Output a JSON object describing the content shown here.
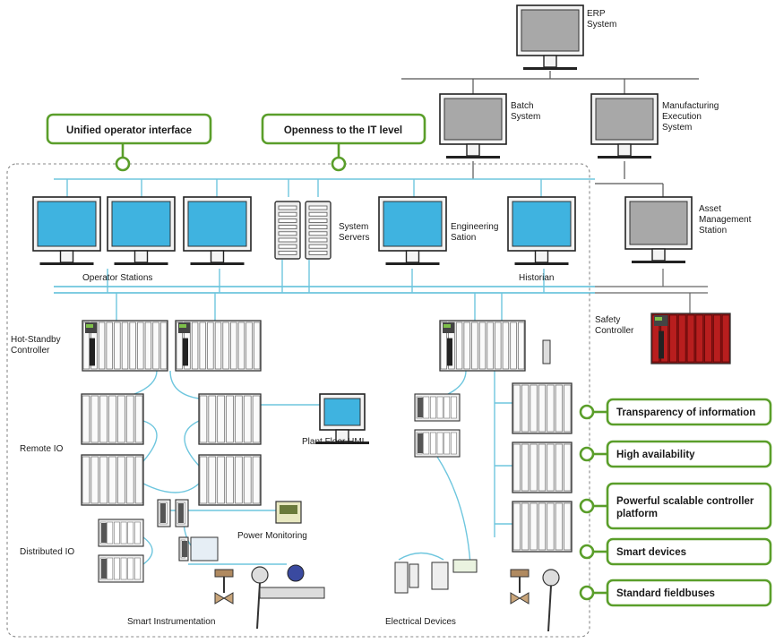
{
  "top_systems": {
    "erp": [
      "ERP",
      "System"
    ],
    "batch": [
      "Batch",
      "System"
    ],
    "mes": [
      "Manufacturing",
      "Execution",
      "System"
    ],
    "asset": [
      "Asset",
      "Management",
      "Station"
    ]
  },
  "network_labels": {
    "operator_stations": "Operator Stations",
    "system_servers": [
      "System",
      "Servers"
    ],
    "engineering_station": [
      "Engineering",
      "Sation"
    ],
    "historian": "Historian",
    "safety_controller": [
      "Safety",
      "Controller"
    ]
  },
  "field_labels": {
    "hot_standby": [
      "Hot-Standby",
      "Controller"
    ],
    "remote_io": "Remote IO",
    "plant_floor_hmi": "Plant Floor HMI",
    "distributed_io": "Distributed IO",
    "power_monitoring": "Power Monitoring",
    "smart_instrumentation": "Smart Instrumentation",
    "electrical_devices": "Electrical Devices"
  },
  "top_callouts": {
    "unified": "Unified operator interface",
    "openness": "Openness to the IT level"
  },
  "side_callouts": [
    [
      "Transparency of information"
    ],
    [
      "High availability"
    ],
    [
      "Powerful scalable controller",
      "platform"
    ],
    [
      "Smart devices"
    ],
    [
      "Standard fieldbuses"
    ]
  ],
  "colors": {
    "accent_green": "#5a9e2a",
    "network_blue": "#6ec6de",
    "screen_blue": "#3fb3e0",
    "safety_red": "#b81e1e"
  }
}
